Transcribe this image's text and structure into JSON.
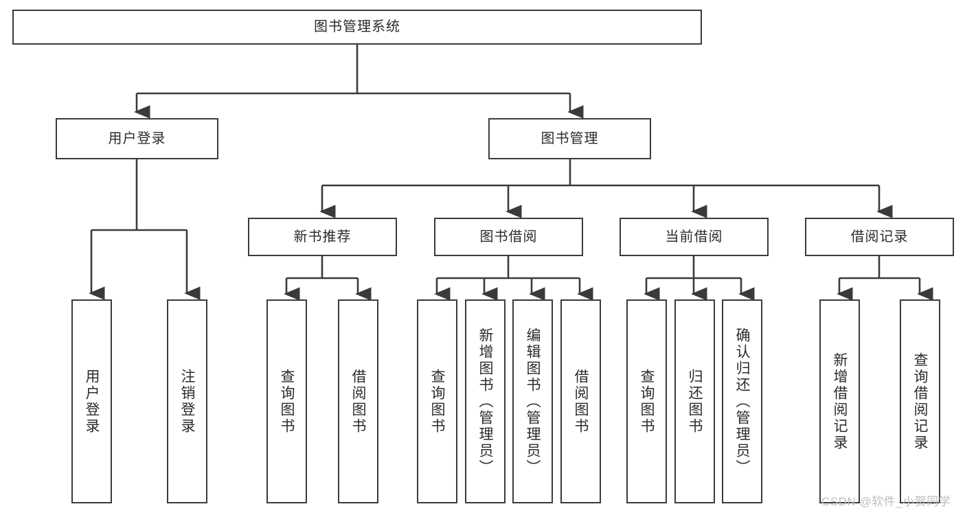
{
  "diagram": {
    "title": "图书管理系统",
    "type": "tree",
    "background_color": "#ffffff",
    "border_color": "#3a3a3a",
    "text_color": "#2b2b2b",
    "root": {
      "id": "root",
      "label": "图书管理系统"
    },
    "level1": [
      {
        "id": "user-login",
        "label": "用户登录"
      },
      {
        "id": "book-manage",
        "label": "图书管理"
      }
    ],
    "level2": [
      {
        "id": "new-book-recommend",
        "label": "新书推荐",
        "parent": "book-manage"
      },
      {
        "id": "book-borrow",
        "label": "图书借阅",
        "parent": "book-manage"
      },
      {
        "id": "current-borrow",
        "label": "当前借阅",
        "parent": "book-manage"
      },
      {
        "id": "borrow-record",
        "label": "借阅记录",
        "parent": "book-manage"
      }
    ],
    "leaves": {
      "user-login": [
        {
          "id": "leaf-user-login",
          "label": "用户登录"
        },
        {
          "id": "leaf-user-logout",
          "label": "注销登录"
        }
      ],
      "new-book-recommend": [
        {
          "id": "leaf-query-book-1",
          "label": "查询图书"
        },
        {
          "id": "leaf-borrow-book-1",
          "label": "借阅图书"
        }
      ],
      "book-borrow": [
        {
          "id": "leaf-query-book-2",
          "label": "查询图书"
        },
        {
          "id": "leaf-add-book",
          "label": "新增图书（管理员）"
        },
        {
          "id": "leaf-edit-book",
          "label": "编辑图书（管理员）"
        },
        {
          "id": "leaf-borrow-book-2",
          "label": "借阅图书"
        }
      ],
      "current-borrow": [
        {
          "id": "leaf-query-book-3",
          "label": "查询图书"
        },
        {
          "id": "leaf-return-book",
          "label": "归还图书"
        },
        {
          "id": "leaf-confirm-return",
          "label": "确认归还（管理员）"
        }
      ],
      "borrow-record": [
        {
          "id": "leaf-add-record",
          "label": "新增借阅记录"
        },
        {
          "id": "leaf-query-record",
          "label": "查询借阅记录"
        }
      ]
    }
  },
  "watermark": {
    "text": "CSDN @软件_小贺同学",
    "color": "#bdbdbd"
  }
}
